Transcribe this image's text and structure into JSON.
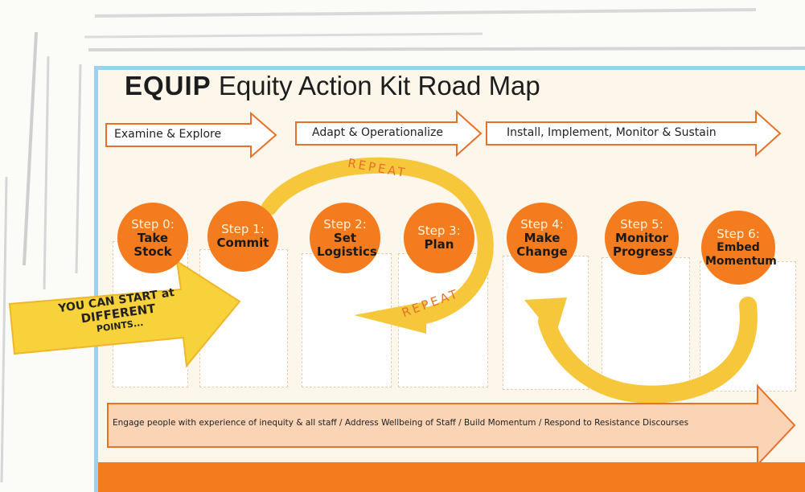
{
  "title": {
    "bold": "EQUIP",
    "rest": "Equity Action Kit Road Map"
  },
  "phases": [
    {
      "label": "Examine & Explore"
    },
    {
      "label": "Adapt & Operationalize"
    },
    {
      "label": "Install, Implement, Monitor & Sustain"
    }
  ],
  "steps": [
    {
      "num": "Step 0:",
      "name": "Take Stock"
    },
    {
      "num": "Step 1:",
      "name": "Commit"
    },
    {
      "num": "Step 2:",
      "name": "Set Logistics"
    },
    {
      "num": "Step 3:",
      "name": "Plan"
    },
    {
      "num": "Step 4:",
      "name": "Make Change"
    },
    {
      "num": "Step 5:",
      "name": "Monitor Progress"
    },
    {
      "num": "Step 6:",
      "name": "Embed Momentum"
    }
  ],
  "repeat_top": "REPEAT",
  "repeat_bottom": "REPEAT",
  "start_arrow": {
    "line1": "YOU CAN START at",
    "line2": "DIFFERENT",
    "line3": "POINTS..."
  },
  "bottom_banner": "Engage people with experience of inequity & all staff / Address Wellbeing of Staff / Build Momentum / Respond to Resistance Discourses",
  "colors": {
    "orange": "#f47b1e",
    "yellow": "#f7c73b",
    "blue": "#9dd3ea",
    "peach": "#fbd3b5"
  }
}
